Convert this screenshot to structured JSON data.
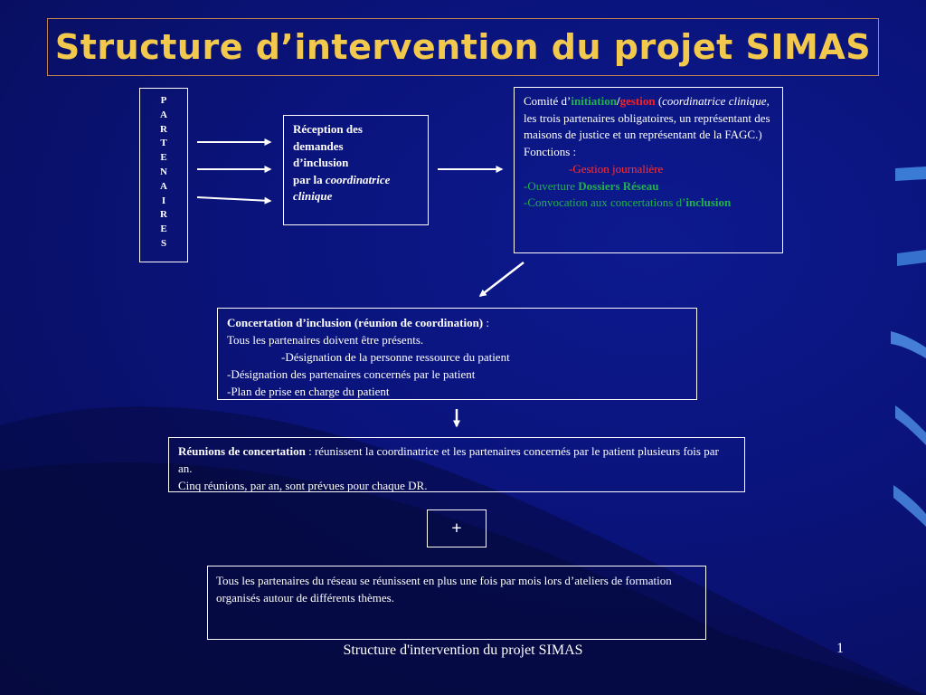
{
  "title": "Structure d’intervention du projet SIMAS",
  "partenaires_letters": [
    "P",
    "A",
    "R",
    "T",
    "E",
    "N",
    "A",
    "I",
    "R",
    "E",
    "S"
  ],
  "reception": {
    "line1": "Réception des",
    "line2": "demandes",
    "line3": "d’inclusion",
    "line4_prefix": "par la ",
    "line4_italic": "coordinatrice",
    "line5_italic": "clinique"
  },
  "comite": {
    "prefix": "Comité d’",
    "initiation": "initiation",
    "slash": "/",
    "gestion": "gestion",
    "space_paren": " (",
    "coord_italic": "coordinatrice clinique",
    "rest": ", les trois partenaires obligatoires, un représentant des maisons de justice et un représentant de la FAGC.)",
    "fonctions": "Fonctions :",
    "f1": "-Gestion journalière",
    "f2_prefix": "-Ouverture ",
    "f2_bold": "Dossiers Réseau",
    "f3_prefix": "-Convocation aux concertations d’",
    "f3_bold": "inclusion"
  },
  "concertation": {
    "heading": "Concertation d’inclusion (réunion de coordination)",
    "heading_suffix": " :",
    "l2": "Tous les partenaires doivent être présents.",
    "l3": "-Désignation de la personne ressource du patient",
    "l4": "-Désignation des partenaires concernés par le patient",
    "l5": "-Plan de prise en charge du patient"
  },
  "reunions": {
    "heading": "Réunions de concertation",
    "rest": " : réunissent la coordinatrice et les partenaires concernés par le patient plusieurs fois par an.",
    "l2": "Cinq réunions, par an, sont prévues pour chaque DR."
  },
  "plus": "+",
  "ateliers": "Tous les partenaires du réseau se réunissent en plus une fois par mois lors d’ateliers de formation organisés autour de différents thèmes.",
  "footer": "Structure d'intervention du projet SIMAS",
  "page_number": "1",
  "colors": {
    "title": "#f2c94c",
    "initiation": "#22b14c",
    "gestion": "#ff2020",
    "background": "#0a137a"
  }
}
